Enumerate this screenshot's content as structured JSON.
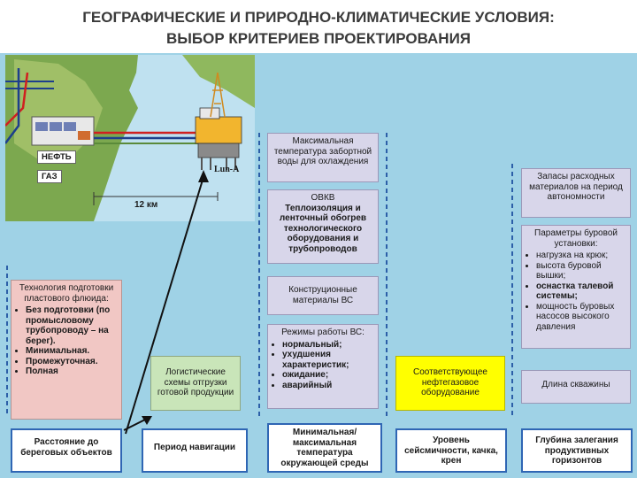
{
  "title": {
    "line1": "ГЕОГРАФИЧЕСКИЕ И ПРИРОДНО-КЛИМАТИЧЕСКИЕ УСЛОВИЯ:",
    "line2": "ВЫБОР КРИТЕРИЕВ ПРОЕКТИРОВАНИЯ"
  },
  "map": {
    "oil_label": "НЕФТЬ",
    "gas_label": "ГАЗ",
    "platform_label": "Lun-A",
    "distance_label": "12 км"
  },
  "boxes": {
    "technology": {
      "heading": "Технология подготовки пластового флюида:",
      "items": [
        "Без подготовки (по промысловому трубопроводу – на берег).",
        "Минимальная.",
        "Промежуточная.",
        "Полная"
      ]
    },
    "logistics": "Логистические схемы отгрузки готовой продукции",
    "max_temp_water": "Максимальная температура забортной воды для охлаждения",
    "ovkv": {
      "heading": "ОВКВ",
      "body": "Теплоизоляция и ленточный обогрев технологического оборудования и трубопроводов"
    },
    "materials": "Конструционные материалы ВС",
    "modes": {
      "heading": "Режимы работы ВС:",
      "items": [
        "нормальный;",
        "ухудшения характеристик;",
        "ожидание;",
        "аварийный"
      ]
    },
    "equipment": "Соответствующее нефтегазовое оборудование",
    "consumables": "Запасы расходных материалов на период автономности",
    "rig_params": {
      "heading": "Параметры буровой установки:",
      "items": [
        "нагрузка на крюк;",
        "высота буровой вышки;",
        "оснастка талевой системы;",
        "мощность буровых насосов высокого давления"
      ]
    },
    "well_length": "Длина скважины",
    "bottom_row": [
      "Расстояние до береговых объектов",
      "Период навигации",
      "Минимальная/ максимальная температура окружающей среды",
      "Уровень сейсмичности, качка, крен",
      "Глубина залегания продуктивных горизонтов"
    ]
  },
  "colors": {
    "panel": "#9fd2e6",
    "lavender": "#d8d6ea",
    "pink": "#f1c7c4",
    "green": "#c9e5b9",
    "yellow": "#ffff00",
    "blue_border": "#2f66b4",
    "dash_blue": "#2c5fa8"
  }
}
